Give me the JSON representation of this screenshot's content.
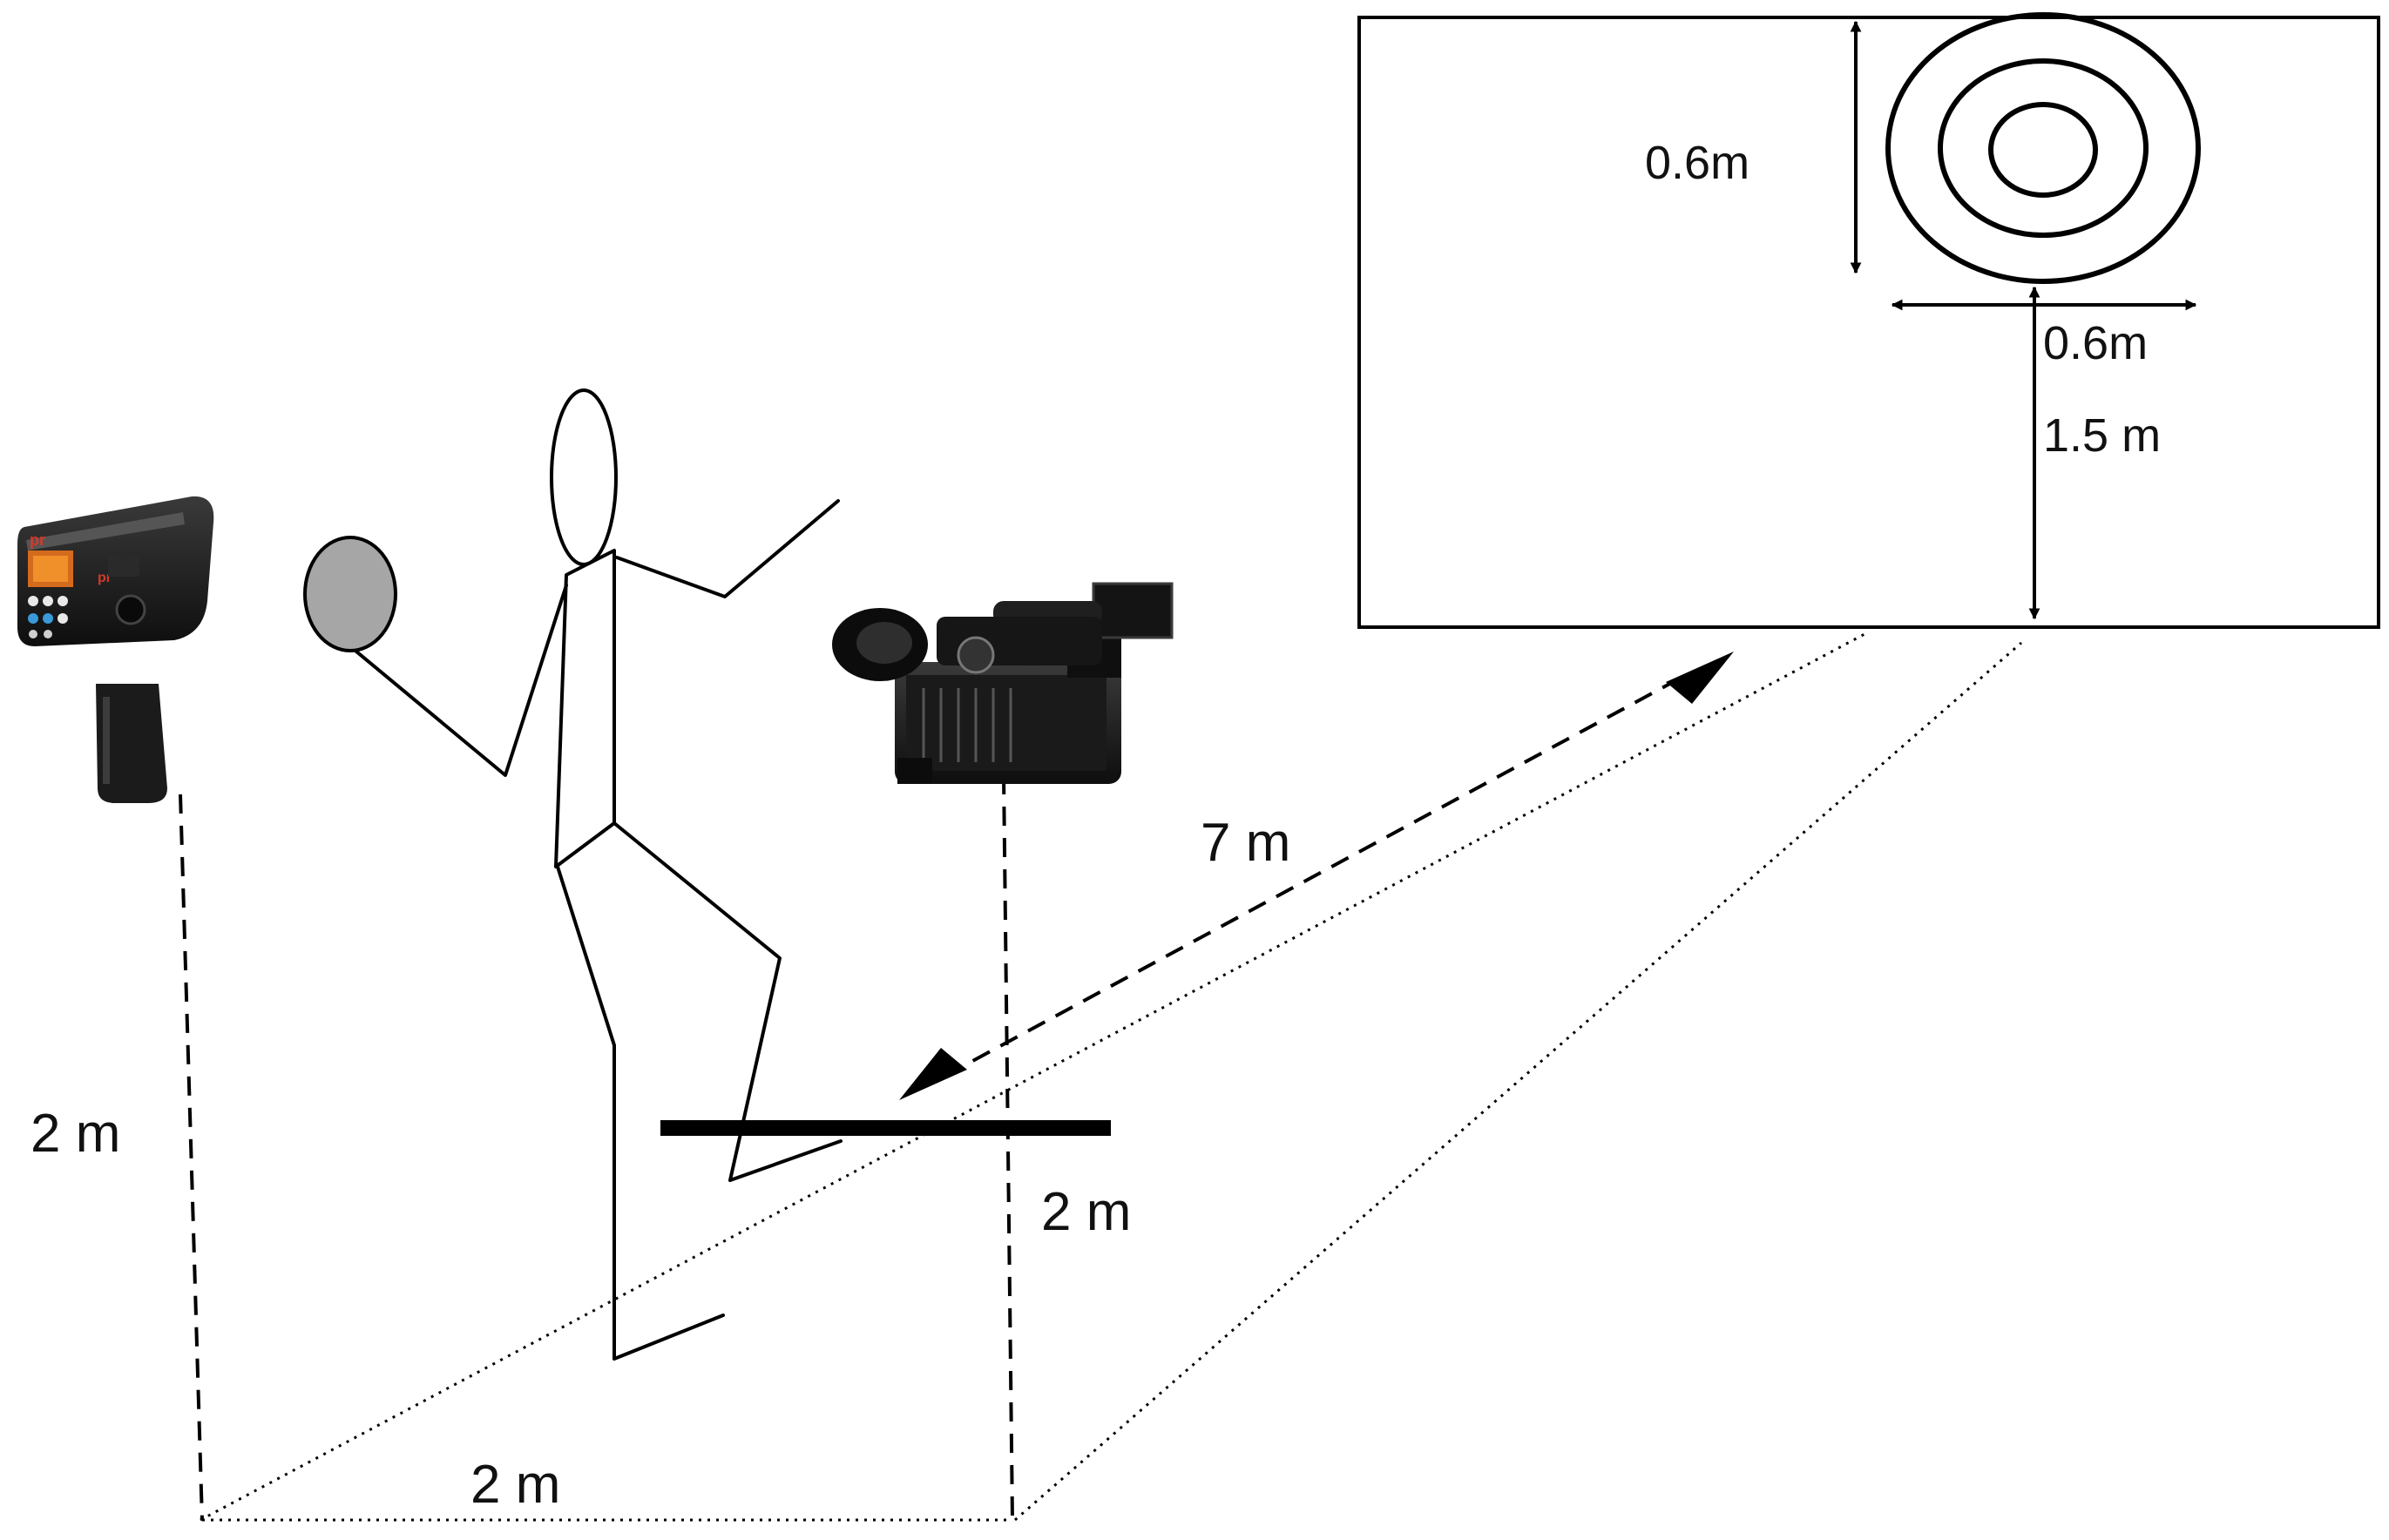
{
  "labels": {
    "target_height": "0.6m",
    "target_width": "0.6m",
    "target_elevation": "1.5 m",
    "throw_distance": "7 m",
    "radar_distance": "2 m",
    "camera_distance": "2 m",
    "lateral_distance": "2 m"
  },
  "icons": {
    "radar_gun": "radar-gun-icon",
    "video_camera": "video-camera-icon",
    "ball": "ball-icon",
    "thrower": "stick-figure-icon",
    "target": "concentric-target-icon"
  },
  "colors": {
    "line": "#000000",
    "ball": "#a6a6a6",
    "background": "#ffffff"
  }
}
